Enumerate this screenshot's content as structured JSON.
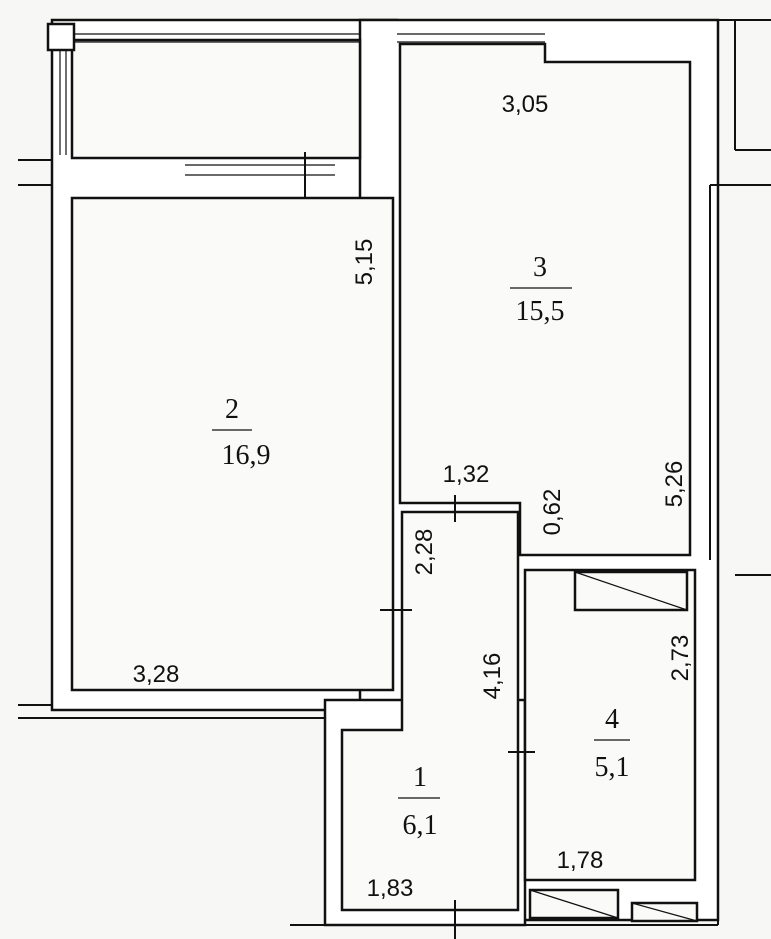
{
  "rooms": [
    {
      "number": "1",
      "area": "6,1"
    },
    {
      "number": "2",
      "area": "16,9"
    },
    {
      "number": "3",
      "area": "15,5"
    },
    {
      "number": "4",
      "area": "5,1"
    }
  ],
  "dimensions": {
    "room3_width": "3,05",
    "room2_height": "5,15",
    "passage_width": "1,32",
    "niche_depth": "0,62",
    "room3_height": "5,26",
    "corridor_upper": "2,28",
    "room2_width": "3,28",
    "corridor_height": "4,16",
    "room4_height": "2,73",
    "room4_width": "1,78",
    "room1_width": "1,83"
  }
}
